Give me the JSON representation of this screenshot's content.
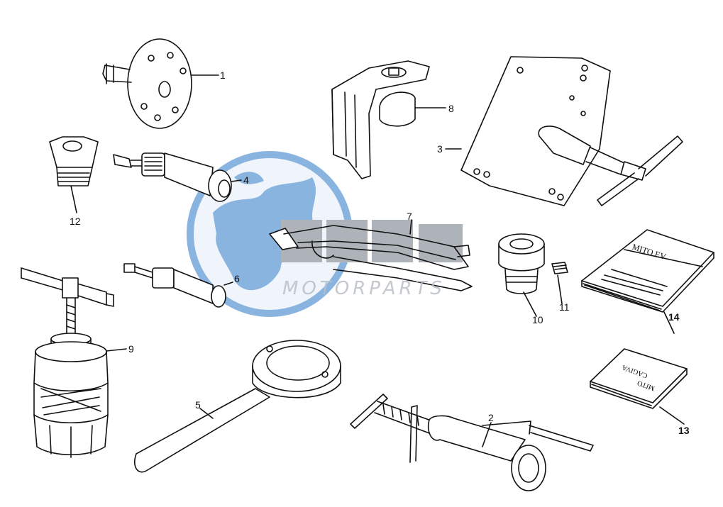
{
  "watermark": {
    "brand": "MOTORPARTS",
    "colors": {
      "globe": "#2b78c8",
      "letters": "#6c7480",
      "text": "#b9c0c7"
    }
  },
  "callouts": {
    "c1": "1",
    "c2": "2",
    "c3": "3",
    "c4": "4",
    "c5": "5",
    "c6": "6",
    "c7": "7",
    "c8": "8",
    "c9": "9",
    "c10": "10",
    "c11": "11",
    "c12": "12",
    "c13": "13",
    "c14": "14"
  },
  "booklets": {
    "manual_title": "MITO EV",
    "small_title_a": "CAGIVA",
    "small_title_b": "MITO"
  },
  "colors": {
    "ink": "#111111",
    "background": "#ffffff"
  }
}
